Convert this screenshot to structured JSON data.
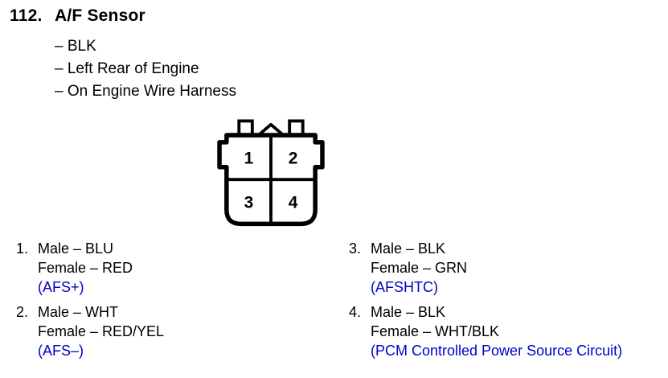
{
  "page": {
    "number": "112.",
    "title": "A/F Sensor",
    "details": [
      "– BLK",
      "– Left Rear of Engine",
      "– On Engine Wire Harness"
    ]
  },
  "connector": {
    "pins": [
      "1",
      "2",
      "3",
      "4"
    ]
  },
  "pinout": [
    {
      "num": "1.",
      "male": "Male – BLU",
      "female": "Female – RED",
      "signal": "(AFS+)"
    },
    {
      "num": "2.",
      "male": "Male – WHT",
      "female": "Female – RED/YEL",
      "signal": "(AFS–)"
    },
    {
      "num": "3.",
      "male": "Male – BLK",
      "female": "Female – GRN",
      "signal": "(AFSHTC)"
    },
    {
      "num": "4.",
      "male": "Male – BLK",
      "female": "Female – WHT/BLK",
      "signal": "(PCM Controlled Power Source Circuit)"
    }
  ],
  "colors": {
    "signal_blue": "#0000cc",
    "text": "#000000",
    "background": "#ffffff"
  }
}
